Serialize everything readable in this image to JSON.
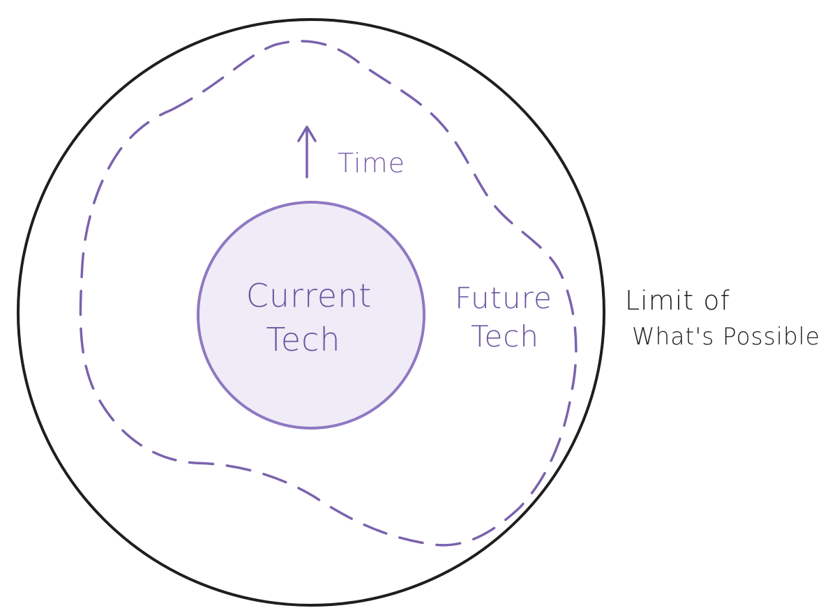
{
  "labels": {
    "current_tech": [
      "Current",
      "Tech"
    ],
    "future_tech": [
      "Future",
      "Tech"
    ],
    "limit": [
      "Limit of",
      "What's Possible"
    ],
    "time": "Time"
  },
  "colors": {
    "purple": "#7a62ad",
    "purple_fill": "#efecf7",
    "black": "#1e1e1e",
    "background": "#ffffff"
  }
}
